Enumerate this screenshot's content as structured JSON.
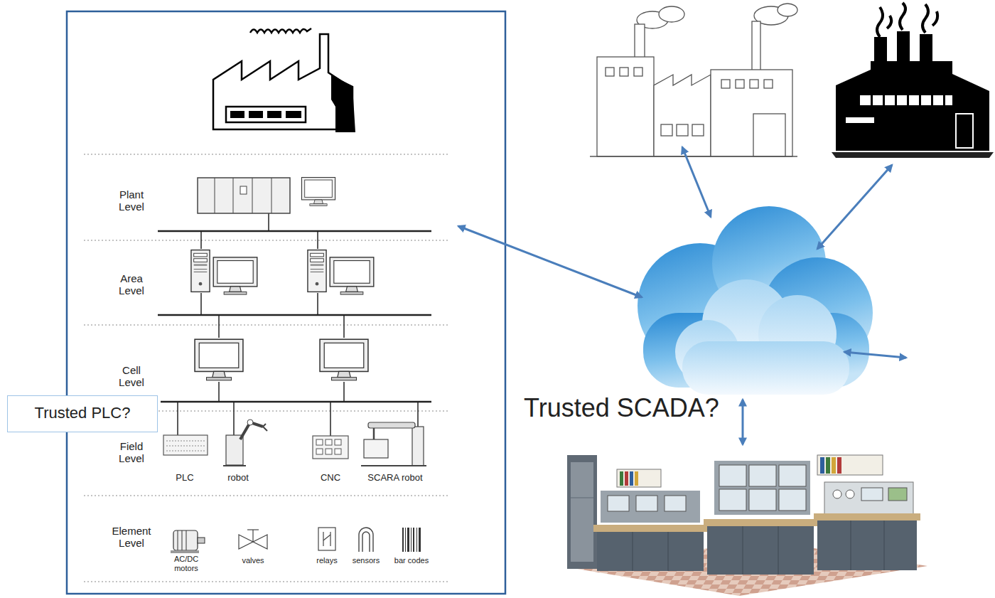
{
  "diagram": {
    "nodes": [
      {
        "text": [
          "Plant Level"
        ]
      },
      {
        "text": [
          "Area Level"
        ]
      },
      {
        "text": [
          "Cell Level"
        ]
      },
      {
        "text": [
          "Trusted PLC?"
        ]
      },
      {
        "text": [
          "Field Level",
          "PLC",
          "robot",
          "CNC",
          "SCARA robot"
        ]
      },
      {
        "text": [
          "Element Level",
          "AC/DC motors",
          "valves",
          "relays",
          "sensors",
          "bar codes"
        ]
      }
    ],
    "labels": [
      "Trusted SCADA?"
    ]
  }
}
